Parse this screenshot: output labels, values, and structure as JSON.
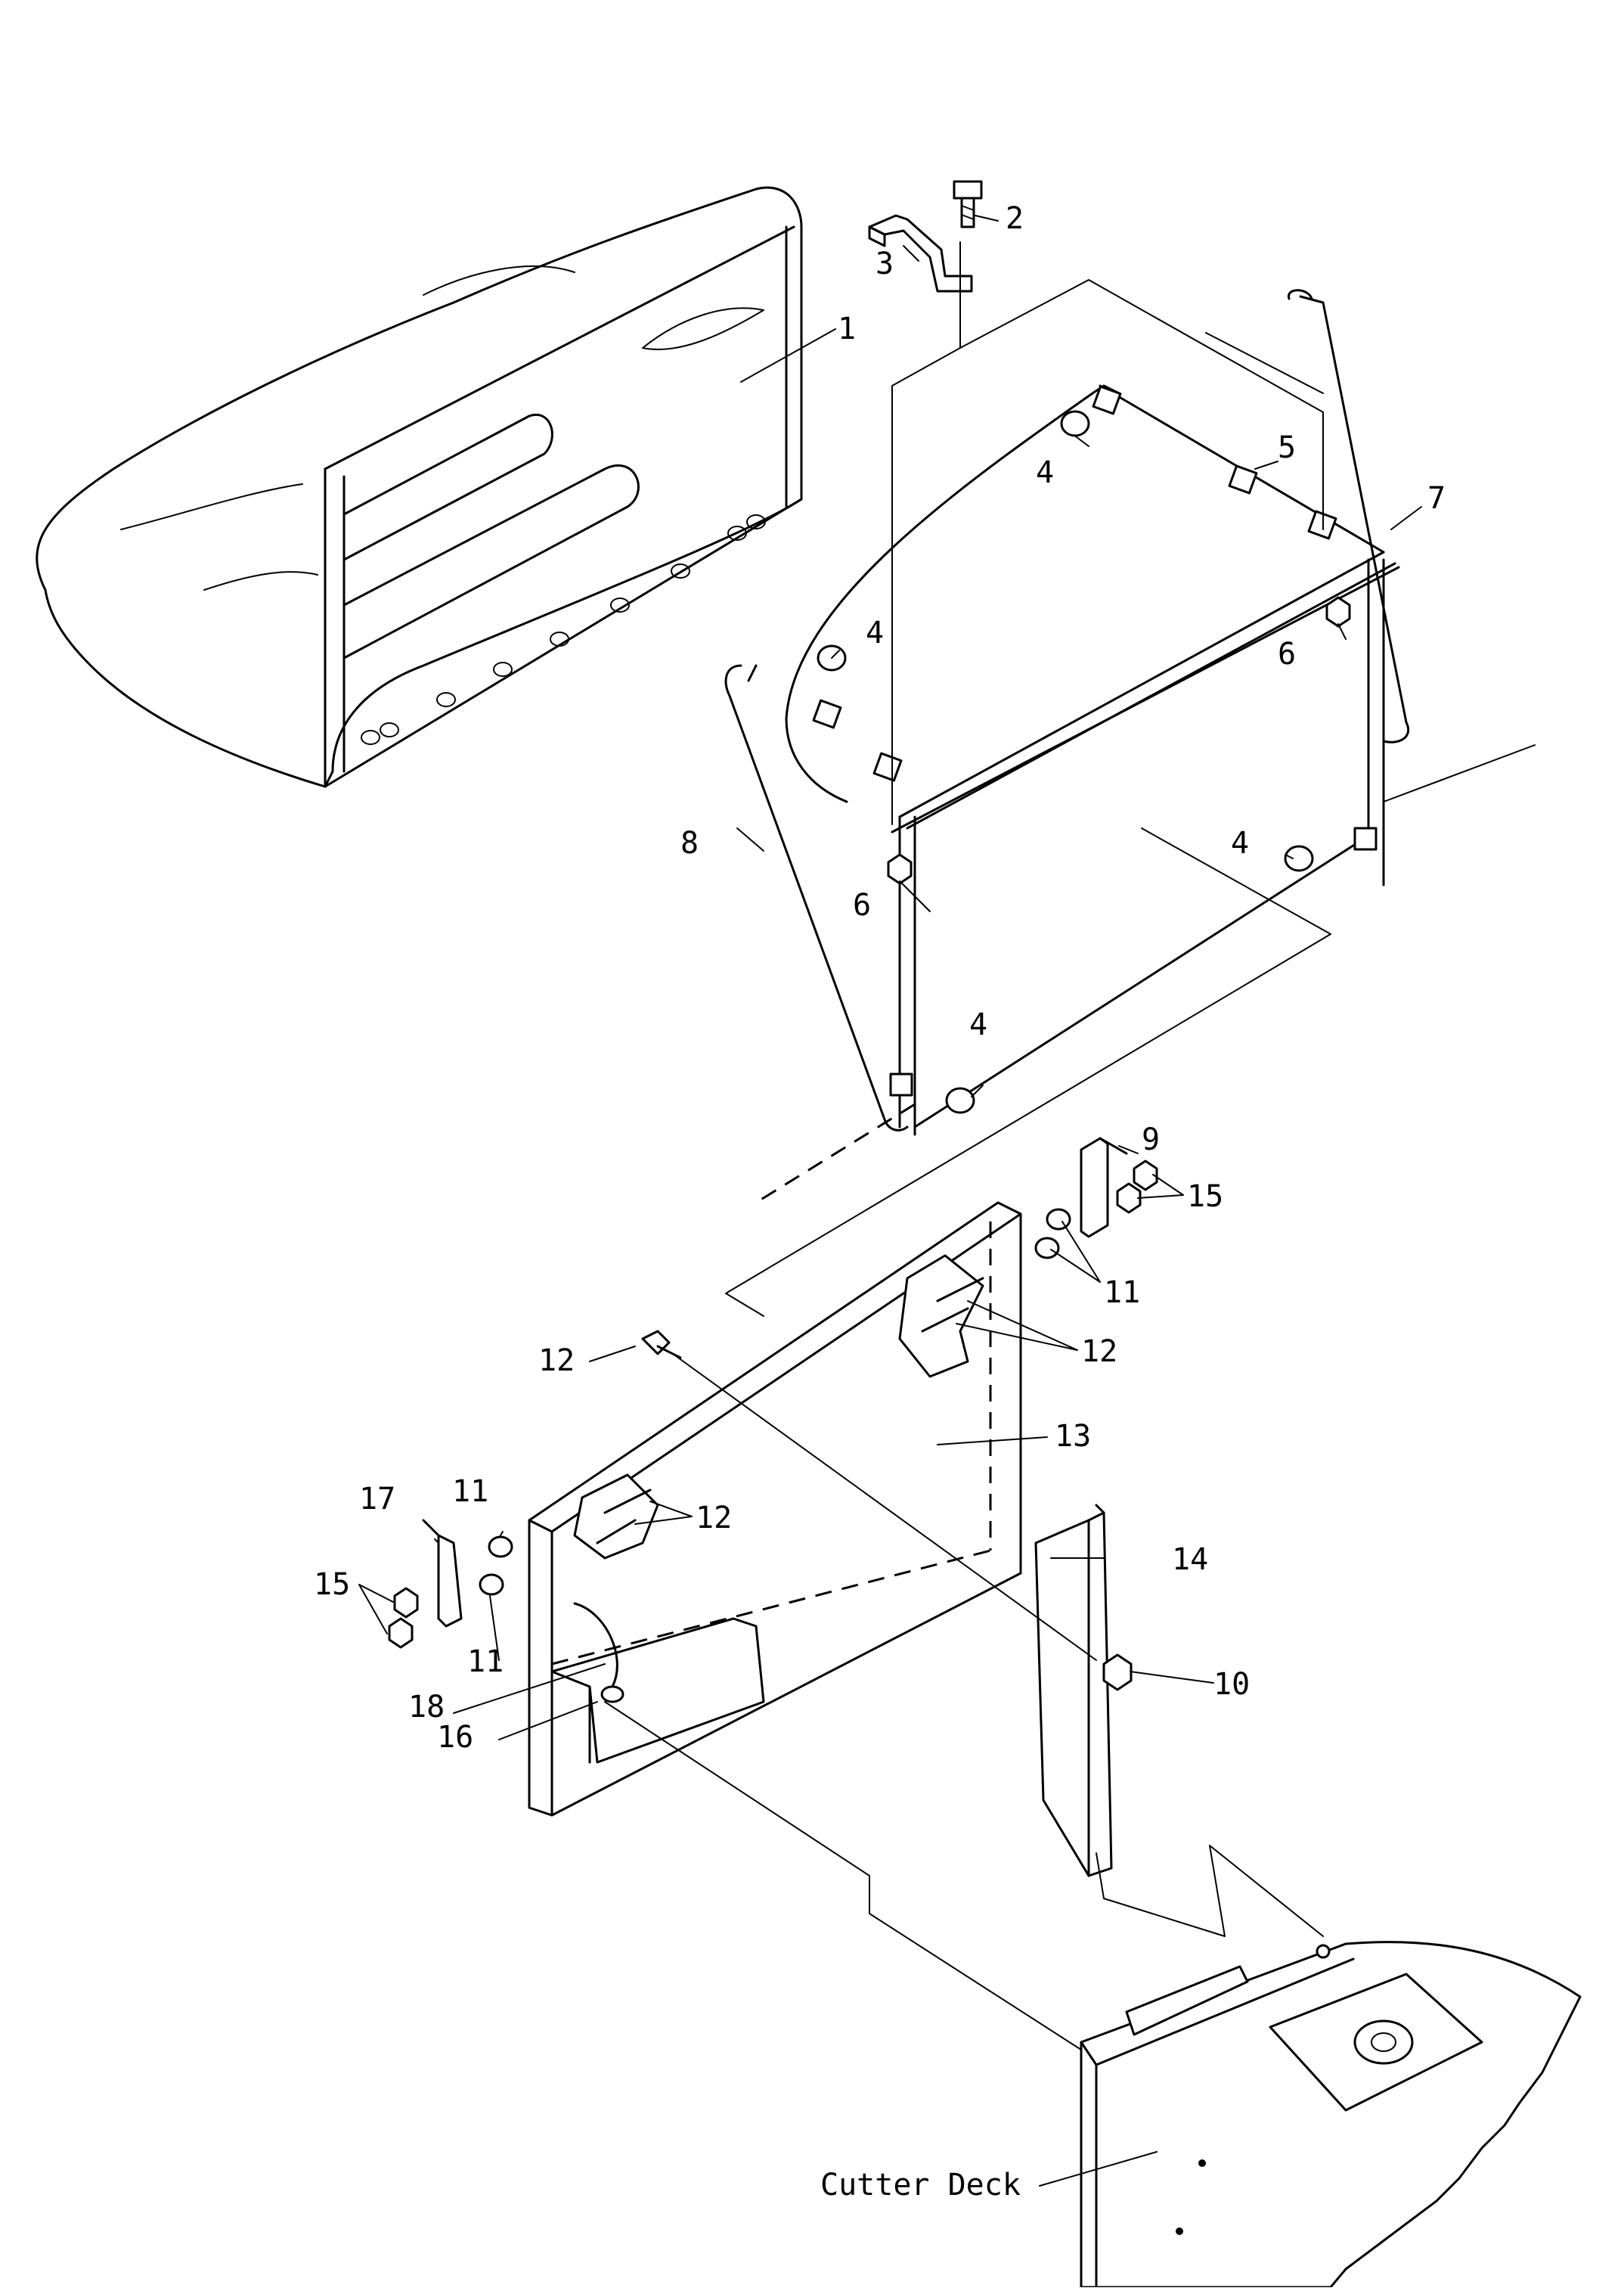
{
  "callouts": [
    {
      "id": "1",
      "text": "1"
    },
    {
      "id": "2",
      "text": "2"
    },
    {
      "id": "3",
      "text": "3"
    },
    {
      "id": "4a",
      "text": "4"
    },
    {
      "id": "4b",
      "text": "4"
    },
    {
      "id": "4c",
      "text": "4"
    },
    {
      "id": "4d",
      "text": "4"
    },
    {
      "id": "5",
      "text": "5"
    },
    {
      "id": "6a",
      "text": "6"
    },
    {
      "id": "6b",
      "text": "6"
    },
    {
      "id": "7",
      "text": "7"
    },
    {
      "id": "8",
      "text": "8"
    },
    {
      "id": "9",
      "text": "9"
    },
    {
      "id": "10",
      "text": "10"
    },
    {
      "id": "11a",
      "text": "11"
    },
    {
      "id": "11b",
      "text": "11"
    },
    {
      "id": "11c",
      "text": "11"
    },
    {
      "id": "12a",
      "text": "12"
    },
    {
      "id": "12b",
      "text": "12"
    },
    {
      "id": "12c",
      "text": "12"
    },
    {
      "id": "13",
      "text": "13"
    },
    {
      "id": "14",
      "text": "14"
    },
    {
      "id": "15a",
      "text": "15"
    },
    {
      "id": "15b",
      "text": "15"
    },
    {
      "id": "16",
      "text": "16"
    },
    {
      "id": "17",
      "text": "17"
    },
    {
      "id": "18",
      "text": "18"
    }
  ],
  "deck_label": "Cutter Deck"
}
